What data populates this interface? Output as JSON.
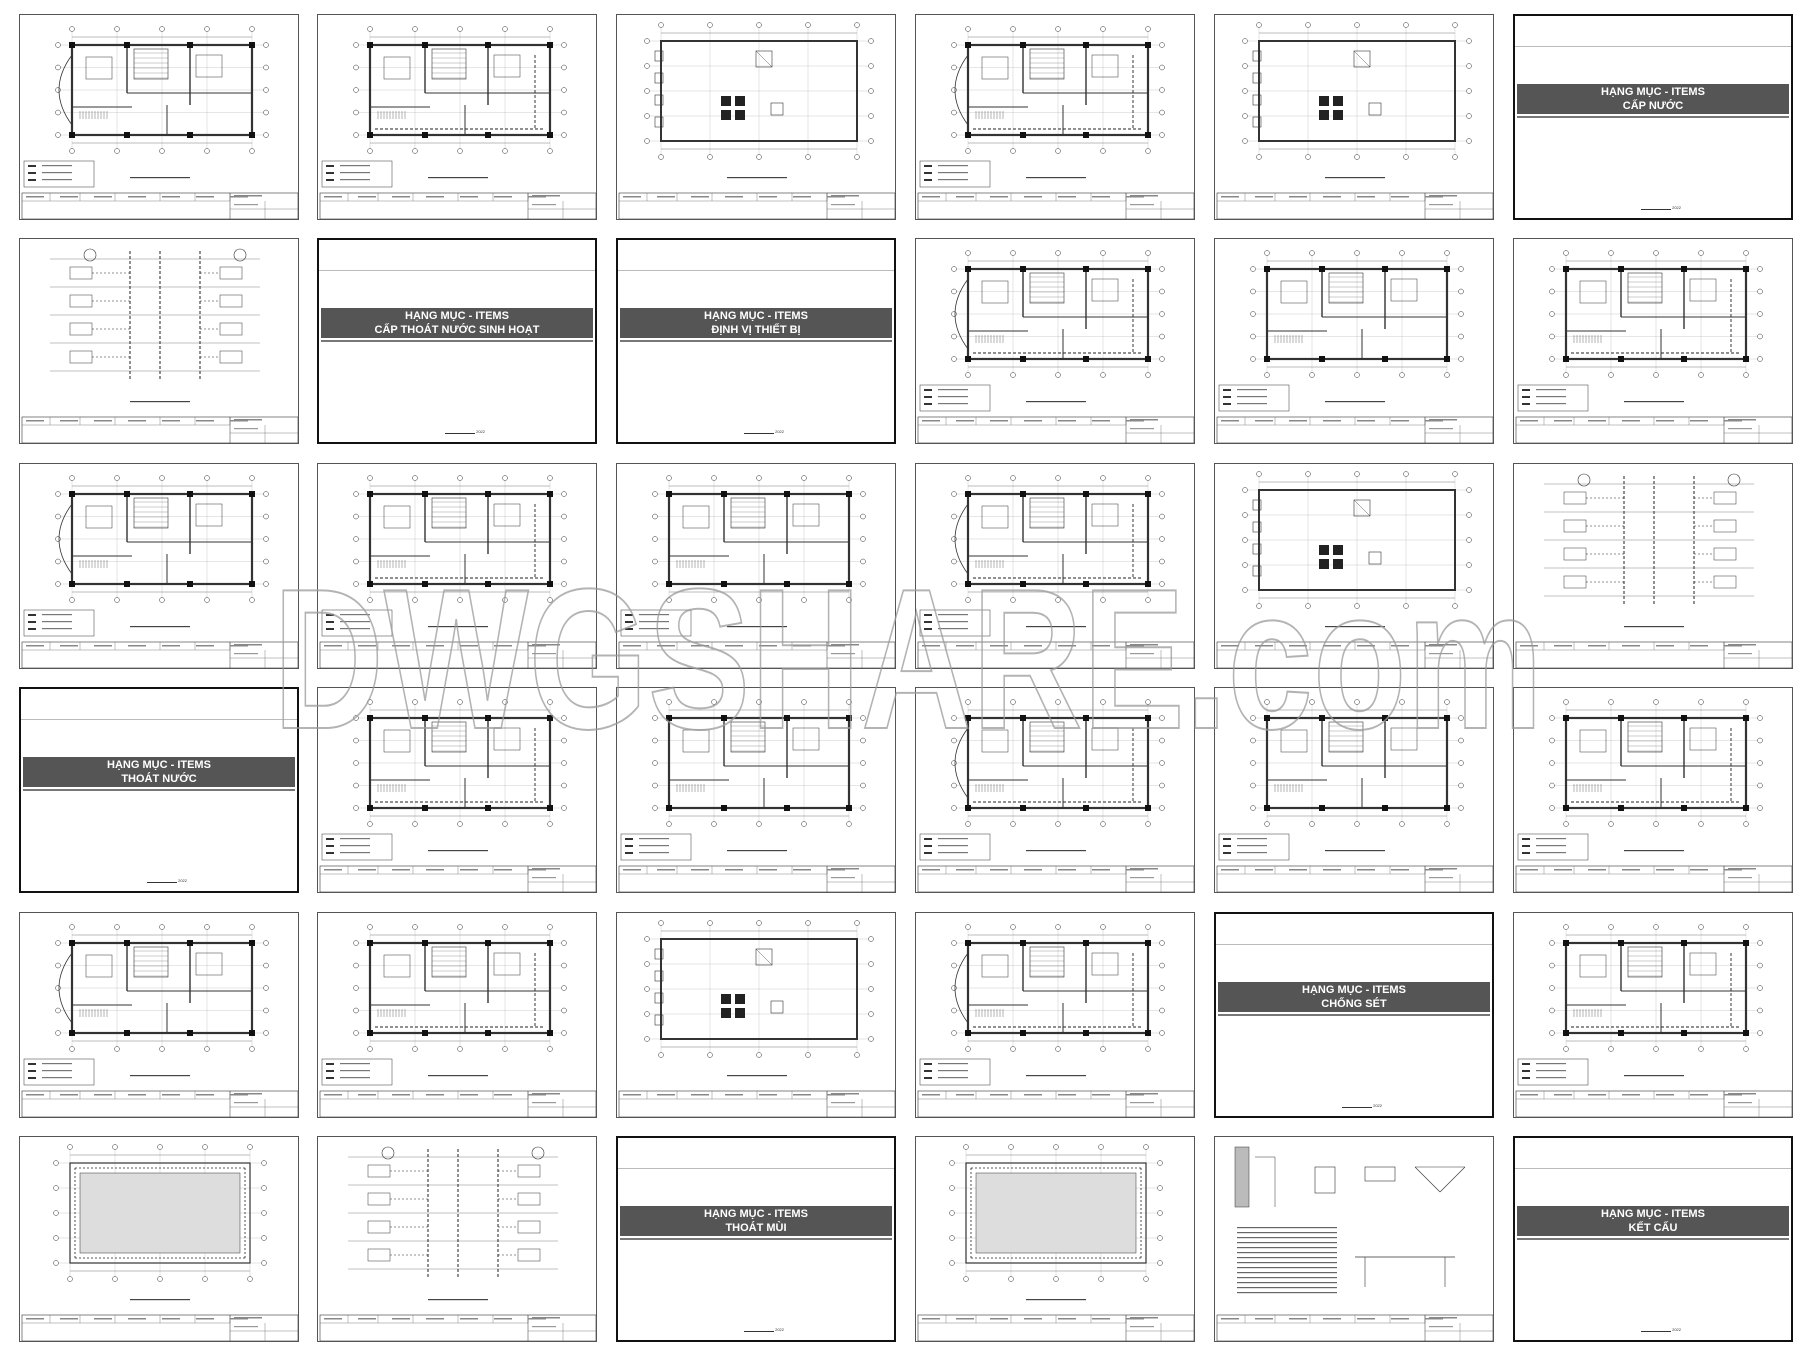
{
  "sheet_set": {
    "covers": [
      {
        "title": "HẠNG MỤC - ITEMS",
        "subtitle": "CẤP NƯỚC"
      },
      {
        "title": "HẠNG MỤC - ITEMS",
        "subtitle": "CẤP THOÁT NƯỚC SINH HOẠT"
      },
      {
        "title": "HẠNG MỤC - ITEMS",
        "subtitle": "ĐỊNH VỊ THIẾT BỊ"
      },
      {
        "title": "HẠNG MỤC - ITEMS",
        "subtitle": "THOÁT NƯỚC"
      },
      {
        "title": "HẠNG MỤC - ITEMS",
        "subtitle": "CHỐNG SÉT"
      },
      {
        "title": "HẠNG MỤC - ITEMS",
        "subtitle": "THOÁT MÙI"
      },
      {
        "title": "HẠNG MỤC - ITEMS",
        "subtitle": "KẾT CẤU"
      }
    ],
    "cover_date_text": "2022",
    "colors": {
      "band": "#555555",
      "border": "#555555",
      "line": "#333333"
    },
    "sheet_kinds": [
      "plan",
      "plan",
      "roof",
      "plan",
      "roof",
      "cover",
      "riser",
      "cover",
      "cover",
      "plan",
      "plan",
      "plan",
      "plan",
      "plan",
      "plan",
      "plan",
      "roof",
      "riser",
      "cover",
      "plan",
      "plan",
      "plan",
      "plan",
      "plan",
      "plan",
      "plan",
      "roof",
      "plan",
      "cover",
      "plan",
      "roofgrid",
      "riser",
      "cover",
      "roofgrid",
      "detail",
      "cover"
    ]
  },
  "watermark": {
    "text": "DWGSHARE.com"
  }
}
